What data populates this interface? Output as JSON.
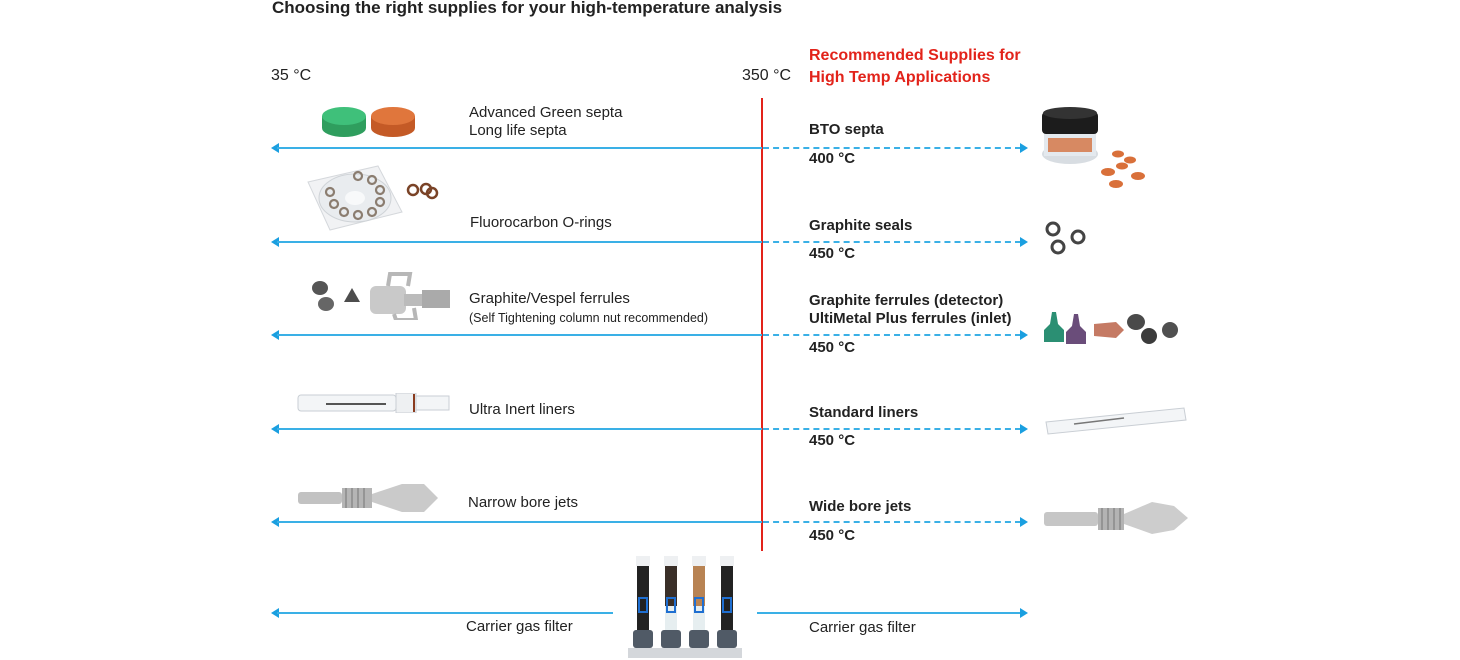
{
  "title": "Choosing the right supplies for your high-temperature analysis",
  "scale": {
    "low_temp": "35 °C",
    "threshold_temp": "350 °C"
  },
  "recommended_header": {
    "line1": "Recommended Supplies for",
    "line2": "High Temp Applications"
  },
  "colors": {
    "accent_red": "#e2231a",
    "arrow_blue": "#3ab0e6"
  },
  "rows": [
    {
      "standard": {
        "lines": [
          "Advanced Green septa",
          "Long life septa"
        ],
        "icon": "septa-image"
      },
      "high_temp": {
        "label": "BTO septa",
        "temp": "400 °C",
        "icon": "bto-septa-jar-image"
      }
    },
    {
      "standard": {
        "lines": [
          "Fluorocarbon O-rings"
        ],
        "icon": "o-rings-image"
      },
      "high_temp": {
        "label": "Graphite seals",
        "temp": "450 °C",
        "icon": "graphite-seals-image"
      }
    },
    {
      "standard": {
        "lines": [
          "Graphite/Vespel ferrules"
        ],
        "note": "(Self Tightening column nut recommended)",
        "icon": "ferrules-column-nut-image"
      },
      "high_temp": {
        "lines": [
          "Graphite ferrules (detector)",
          "UltiMetal Plus ferrules (inlet)"
        ],
        "temp": "450 °C",
        "icon": "ultimetal-ferrules-image"
      }
    },
    {
      "standard": {
        "lines": [
          "Ultra Inert liners"
        ],
        "icon": "ultra-inert-liner-image"
      },
      "high_temp": {
        "label": "Standard liners",
        "temp": "450 °C",
        "icon": "standard-liner-image"
      }
    },
    {
      "standard": {
        "lines": [
          "Narrow bore jets"
        ],
        "icon": "narrow-bore-jet-image"
      },
      "high_temp": {
        "label": "Wide bore jets",
        "temp": "450 °C",
        "icon": "wide-bore-jet-image"
      }
    }
  ],
  "carrier_gas": {
    "left_label": "Carrier gas filter",
    "right_label": "Carrier gas filter",
    "icon": "gas-filter-image"
  }
}
